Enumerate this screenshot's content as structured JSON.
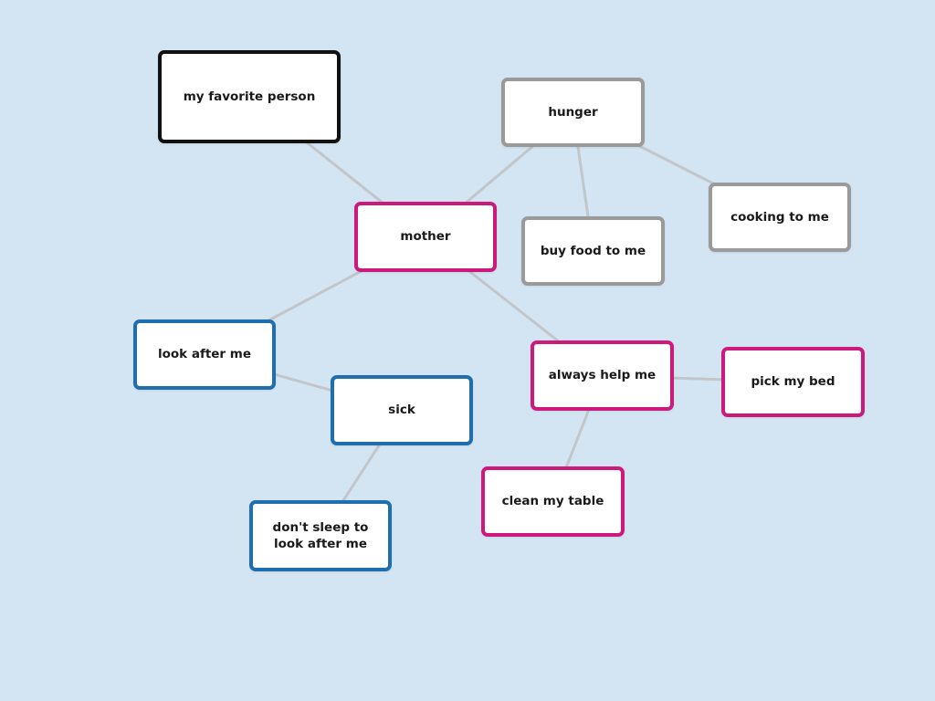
{
  "colors": {
    "background": "#d3e5f3",
    "link": "#c2c5c9",
    "black": "#111111",
    "gray": "#9a9a9a",
    "magenta": "#cc1a7c",
    "blue": "#1f6fae"
  },
  "nodes": [
    {
      "id": "favorite",
      "label": "my favorite person",
      "color": "black"
    },
    {
      "id": "hunger",
      "label": "hunger",
      "color": "gray"
    },
    {
      "id": "mother",
      "label": "mother",
      "color": "magenta"
    },
    {
      "id": "buyfood",
      "label": "buy food to me",
      "color": "gray"
    },
    {
      "id": "cooking",
      "label": "cooking to me",
      "color": "gray"
    },
    {
      "id": "lookafter",
      "label": "look after me",
      "color": "blue"
    },
    {
      "id": "alwayshelp",
      "label": "always help me",
      "color": "magenta"
    },
    {
      "id": "pickbed",
      "label": "pick my bed",
      "color": "magenta"
    },
    {
      "id": "sick",
      "label": "sick",
      "color": "blue"
    },
    {
      "id": "cleantable",
      "label": "clean my table",
      "color": "magenta"
    },
    {
      "id": "dontsleep",
      "label": "don't sleep to\nlook after me",
      "color": "blue"
    }
  ],
  "links": [
    [
      "favorite",
      "mother"
    ],
    [
      "mother",
      "hunger"
    ],
    [
      "hunger",
      "buyfood"
    ],
    [
      "hunger",
      "cooking"
    ],
    [
      "mother",
      "lookafter"
    ],
    [
      "mother",
      "alwayshelp"
    ],
    [
      "alwayshelp",
      "pickbed"
    ],
    [
      "alwayshelp",
      "cleantable"
    ],
    [
      "lookafter",
      "sick"
    ],
    [
      "sick",
      "dontsleep"
    ]
  ]
}
